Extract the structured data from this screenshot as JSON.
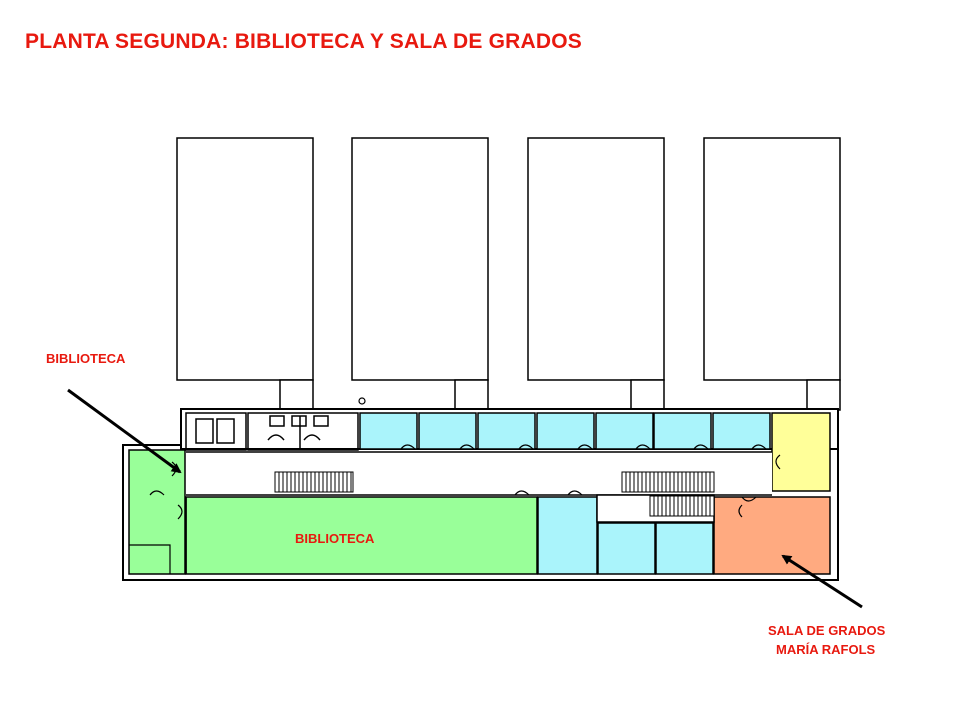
{
  "title": "PLANTA SEGUNDA: BIBLIOTECA Y SALA DE GRADOS",
  "labels": {
    "biblioteca_pointer": "BIBLIOTECA",
    "biblioteca_room": "BIBLIOTECA",
    "sala_line1": "SALA DE GRADOS",
    "sala_line2": "MARÍA  RAFOLS"
  },
  "colors": {
    "text_red": "#e8190f",
    "biblioteca": "#99ff99",
    "aulas": "#aaf4fb",
    "sala_grados": "#ffaa80",
    "yellow_room": "#ffff99",
    "walls": "#000000"
  }
}
